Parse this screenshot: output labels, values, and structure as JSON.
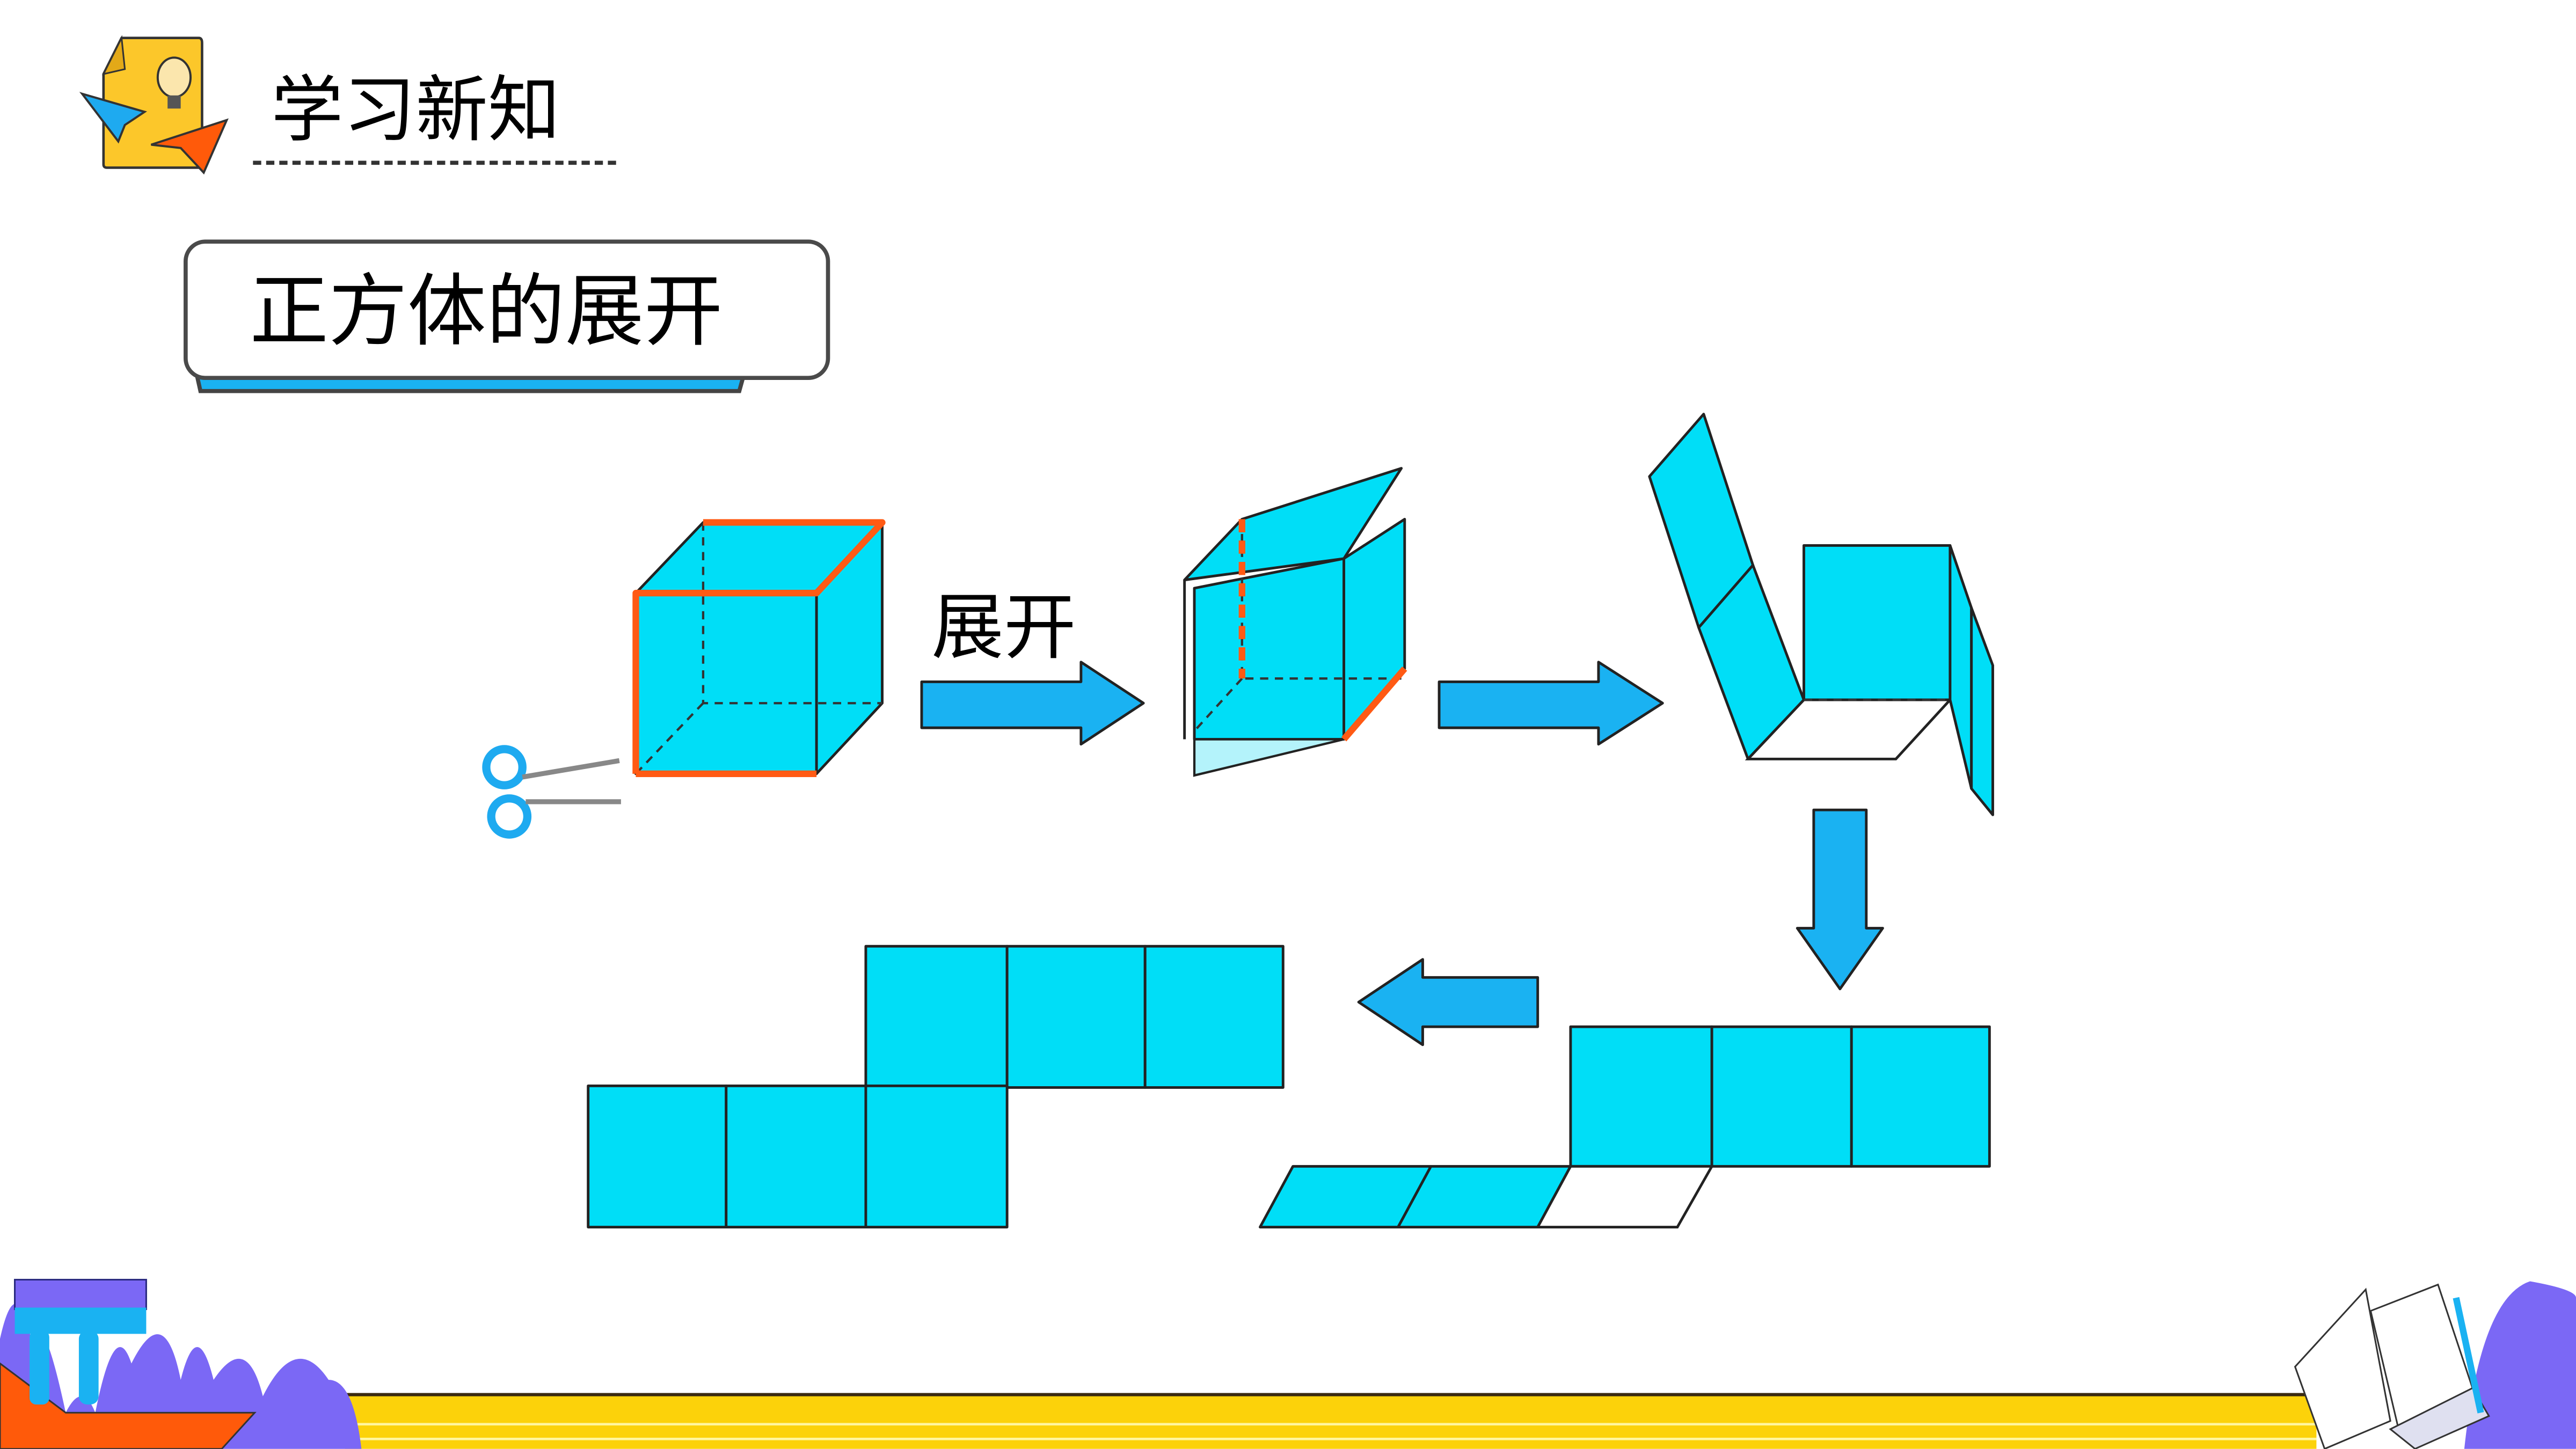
{
  "header": {
    "title": "学习新知"
  },
  "section": {
    "title": "正方体的展开"
  },
  "diagram": {
    "arrow_label": "展开"
  },
  "colors": {
    "cube": "#00def7",
    "arrow": "#1ab2f2",
    "cut_edge": "#ff5a14",
    "footer": "#fcd20a",
    "accent_purple": "#7b68f5"
  }
}
